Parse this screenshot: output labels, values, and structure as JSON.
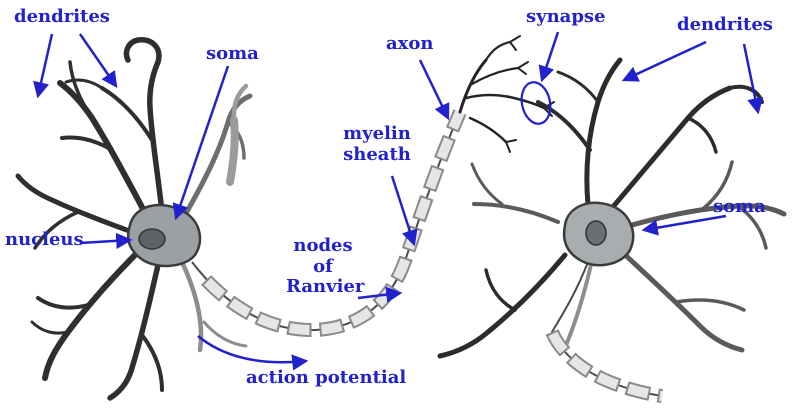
{
  "diagram": {
    "type": "labeled-diagram",
    "labels": {
      "dendrites_left": "dendrites",
      "soma_left": "soma",
      "nucleus": "nucleus",
      "axon": "axon",
      "myelin_sheath": "myelin sheath",
      "nodes_of_ranvier": "nodes of Ranvier",
      "action_potential": "action potential",
      "synapse": "synapse",
      "dendrites_right": "dendrites",
      "soma_right": "soma"
    },
    "colors": {
      "label_blue": "#2121ce",
      "background": "#ffffff",
      "neuron_dark": "#2f2f2f",
      "neuron_mid": "#5a5a5a",
      "neuron_light": "#8d8d8d",
      "soma_fill": "#9aa0a4",
      "nucleus_fill": "#5d6267",
      "myelin_fill": "#e6e6e6",
      "myelin_outline": "#8a8a8a"
    }
  }
}
